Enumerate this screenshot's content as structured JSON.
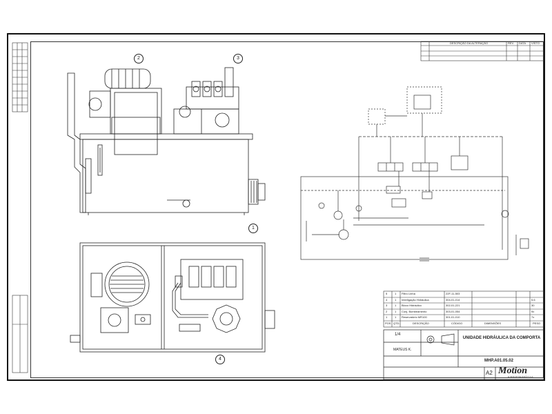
{
  "revision_table": {
    "headers": [
      "DESCRIÇÃO DA ALTERAÇÃO",
      "REV.",
      "DATA",
      "VISTO"
    ]
  },
  "balloons": [
    "1",
    "2",
    "3",
    "4"
  ],
  "bom": {
    "headers": [
      "POS",
      "QTD.",
      "DESCRIÇÃO",
      "CÓDIGO",
      "DIMENSÕES",
      "PESO"
    ],
    "rows": [
      {
        "pos": "5",
        "qty": "1",
        "desc": "Filtro Linha",
        "code": "22F-11-503",
        "dims": "",
        "weight": ""
      },
      {
        "pos": "4",
        "qty": "1",
        "desc": "Interligação Hidráulica",
        "code": "304-01-014",
        "dims": "",
        "weight": "5.6"
      },
      {
        "pos": "3",
        "qty": "1",
        "desc": "Bloco Hidráulico",
        "code": "302-01-221",
        "dims": "",
        "weight": "30"
      },
      {
        "pos": "2",
        "qty": "1",
        "desc": "Conj. Bombeamento",
        "code": "303-01-054",
        "dims": "",
        "weight": "9x"
      },
      {
        "pos": "1",
        "qty": "1",
        "desc": "Reservatório MR100",
        "code": "301-01-010",
        "dims": "",
        "weight": "7x"
      }
    ]
  },
  "title_block": {
    "title": "UNIDADE HIDRÁULICA DA COMPORTA",
    "drawing_number": "MHP.A01.05.02",
    "drawn_by": "MATEUS K.",
    "sheet_size": "A2",
    "scale": "1/4",
    "brand": "Motion",
    "brand_sub": "HIDROPNEUMÁTICA"
  },
  "colors": {
    "line": "#222222",
    "background": "#ffffff"
  }
}
